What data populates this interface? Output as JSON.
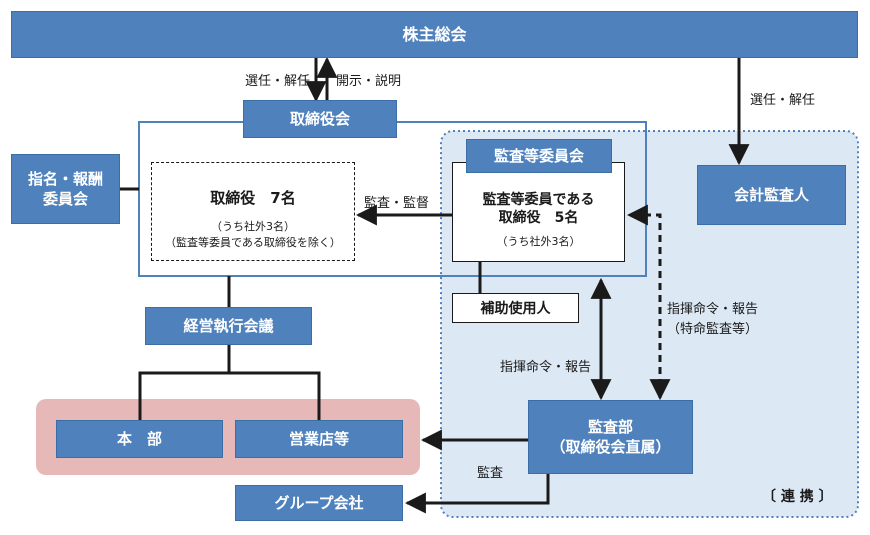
{
  "nodes": {
    "shareholders_meeting": "株主総会",
    "board": "取締役会",
    "nomination_committee_line1": "指名・報酬",
    "nomination_committee_line2": "委員会",
    "directors_title": "取締役　7名",
    "directors_sub1": "（うち社外3名）",
    "directors_sub2": "（監査等委員である取締役を除く）",
    "audit_committee": "監査等委員会",
    "audit_directors_line1": "監査等委員である",
    "audit_directors_line2": "取締役　5名",
    "audit_directors_sub": "（うち社外3名）",
    "assistant": "補助使用人",
    "accounting_auditor": "会計監査人",
    "management_council": "経営執行会議",
    "headquarters": "本　部",
    "branches": "営業店等",
    "audit_dept_line1": "監査部",
    "audit_dept_line2": "（取締役会直属）",
    "group_companies": "グループ会社"
  },
  "labels": {
    "elect_dismiss_board": "選任・解任",
    "disclose_explain": "開示・説明",
    "elect_dismiss_auditor": "選任・解任",
    "audit_supervise": "監査・監督",
    "instruct_report": "指揮命令・報告",
    "instruct_report_special_line1": "指揮命令・報告",
    "instruct_report_special_line2": "（特命監査等）",
    "audit": "監査",
    "collaboration": "〔 連 携 〕"
  },
  "colors": {
    "box_blue": "#4f81bd",
    "region_light_blue": "#dde8f5",
    "region_pink": "#e6b8b7",
    "line": "#1a1a1a"
  }
}
